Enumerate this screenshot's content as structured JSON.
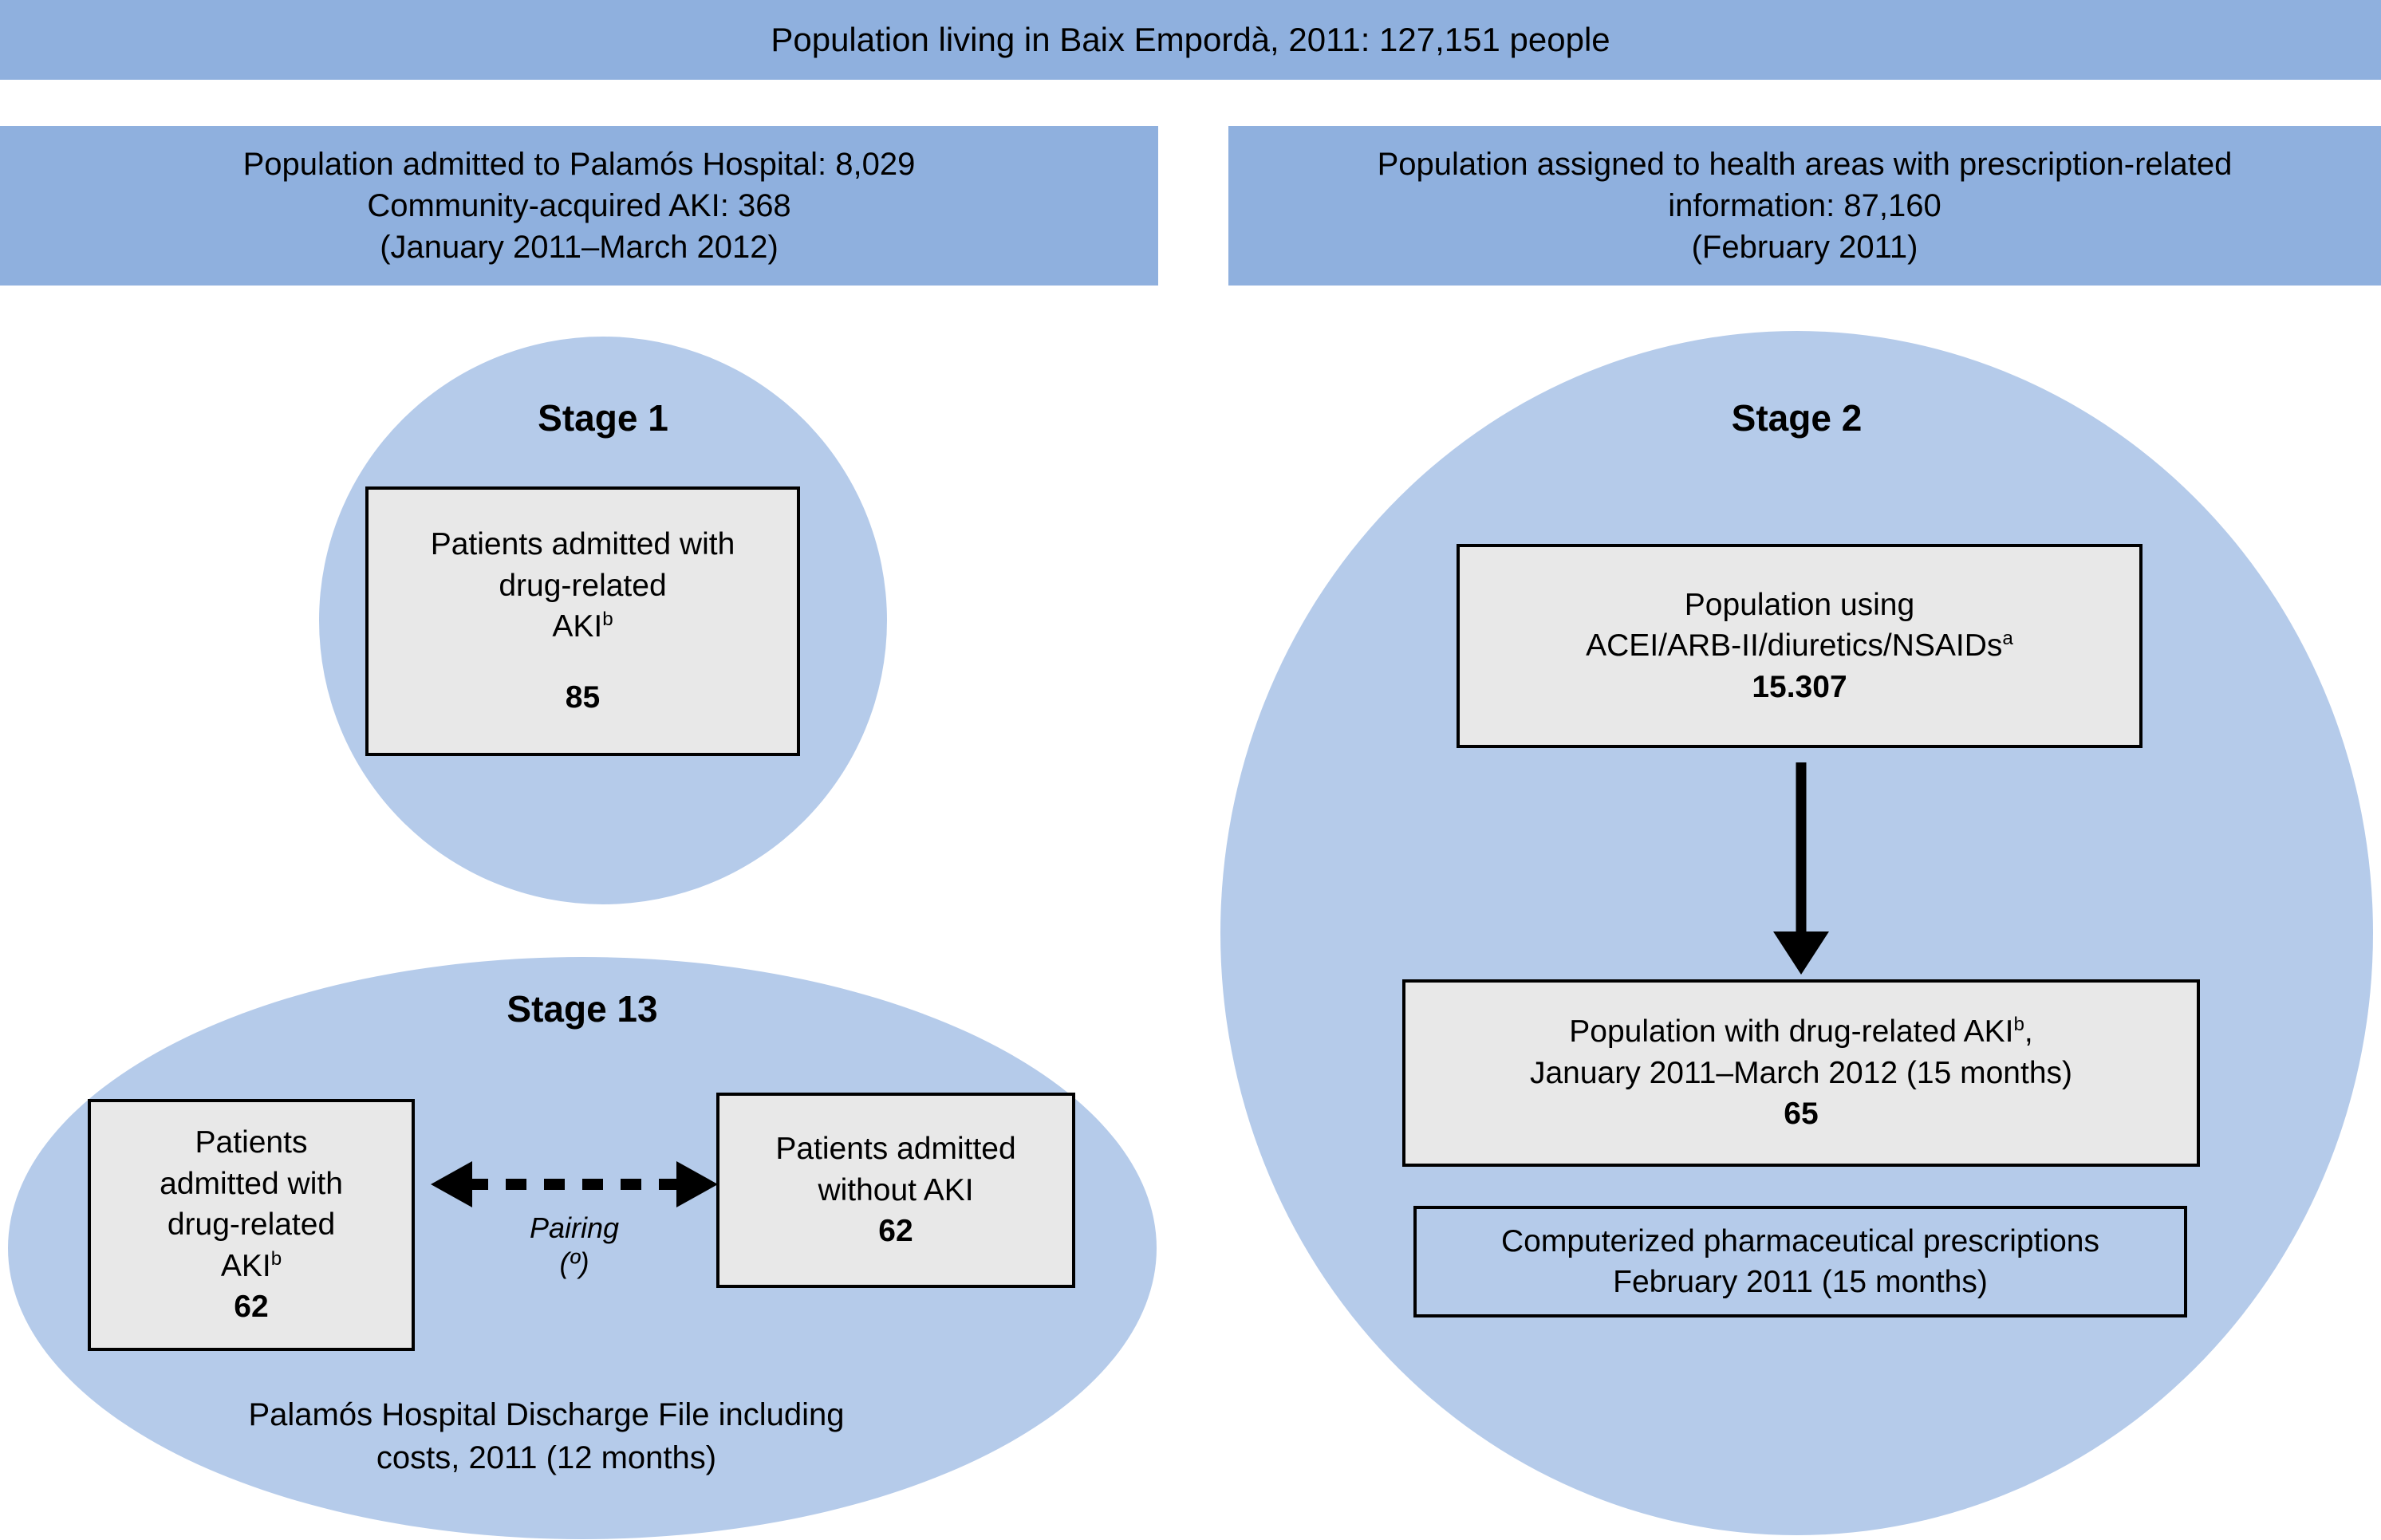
{
  "colors": {
    "band_blue": "#8fb0de",
    "shape_blue": "#b5cbea",
    "box_fill": "#e8e8e8",
    "stroke": "#000000"
  },
  "header": {
    "top_banner": "Population living in Baix Empordà, 2011: 127,151 people",
    "left_band": {
      "line1": "Population admitted to Palamós Hospital: 8,029",
      "line2": "Community-acquired AKI: 368",
      "line3": "(January 2011–March 2012)"
    },
    "right_band": {
      "line1": "Population assigned to health areas with prescription-related",
      "line2": "information: 87,160",
      "line3": "(February 2011)"
    }
  },
  "stage1": {
    "title": "Stage 1",
    "box": {
      "line1": "Patients admitted with",
      "line2": "drug-related",
      "line3": "AKI",
      "line3_sup": "b",
      "count": "85"
    }
  },
  "stage13": {
    "title": "Stage 13",
    "left_box": {
      "line1": "Patients",
      "line2": "admitted with",
      "line3": "drug-related",
      "line4": "AKI",
      "line4_sup": "b",
      "count": "62"
    },
    "right_box": {
      "line1": "Patients admitted",
      "line2": "without AKI",
      "count": "62"
    },
    "pairing": {
      "label": "Pairing",
      "marker": "(º)"
    },
    "caption": {
      "line1": "Palamós Hospital Discharge File including",
      "line2": "costs, 2011 (12 months)"
    }
  },
  "stage2": {
    "title": "Stage 2",
    "top_box": {
      "line1": "Population using",
      "line2": "ACEI/ARB-II/diuretics/NSAIDs",
      "line2_sup": "a",
      "count": "15.307"
    },
    "mid_box": {
      "line1": "Population with drug-related AKI",
      "line1_sup": "b",
      "line1_tail": ",",
      "line2": "January 2011–March 2012 (15 months)",
      "count": "65"
    },
    "bottom_box": {
      "line1": "Computerized pharmaceutical prescriptions",
      "line2": "February 2011 (15 months)"
    }
  },
  "icons": {
    "arrow_down": "down-arrow-icon",
    "arrow_pairing": "double-headed-dashed-arrow-icon"
  }
}
